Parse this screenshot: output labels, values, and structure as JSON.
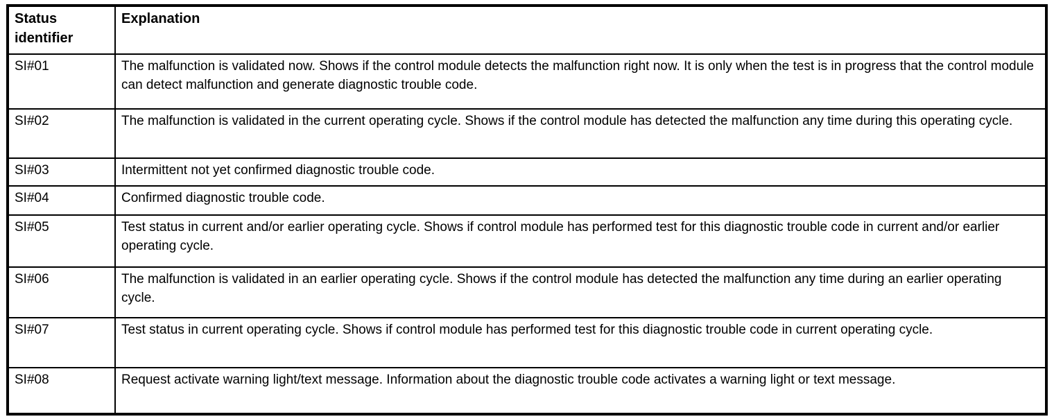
{
  "table": {
    "headers": {
      "status_identifier": "Status identifier",
      "explanation": "Explanation"
    },
    "rows": [
      {
        "id": "SI#01",
        "explanation": "The malfunction is validated now. Shows if the control module detects the malfunction right now. It is only when the test is in progress that the control module can detect malfunction and generate diagnostic trouble code."
      },
      {
        "id": "SI#02",
        "explanation": "The malfunction is validated in the current operating cycle. Shows if the control module has detected the malfunction any time during this operating cycle."
      },
      {
        "id": "SI#03",
        "explanation": "Intermittent not yet confirmed diagnostic trouble code."
      },
      {
        "id": "SI#04",
        "explanation": "Confirmed diagnostic trouble code."
      },
      {
        "id": "SI#05",
        "explanation": "Test status in current and/or earlier operating cycle. Shows if control module has performed test for this diagnostic trouble code in current and/or earlier operating cycle."
      },
      {
        "id": "SI#06",
        "explanation": "The malfunction is validated in an earlier operating cycle. Shows if the control module has detected the malfunction any time during an earlier operating cycle."
      },
      {
        "id": "SI#07",
        "explanation": "Test status in current operating cycle. Shows if control module has performed test for this diagnostic trouble code in current operating cycle."
      },
      {
        "id": "SI#08",
        "explanation": "Request activate warning light/text message. Information about the diagnostic trouble code activates a warning light or text message."
      }
    ]
  },
  "colors": {
    "border": "#000000",
    "text": "#000000",
    "background": "#ffffff"
  }
}
